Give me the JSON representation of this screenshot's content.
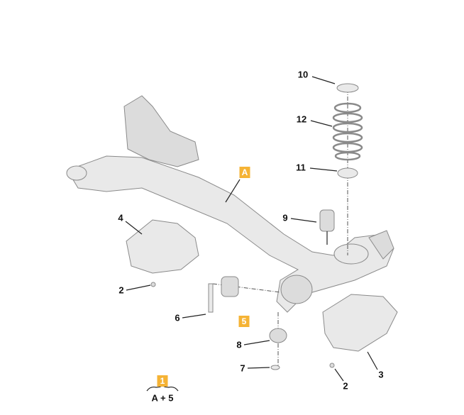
{
  "diagram": {
    "callouts": [
      {
        "id": "10",
        "text": "10"
      },
      {
        "id": "12",
        "text": "12"
      },
      {
        "id": "11",
        "text": "11"
      },
      {
        "id": "9",
        "text": "9"
      },
      {
        "id": "4",
        "text": "4"
      },
      {
        "id": "2a",
        "text": "2"
      },
      {
        "id": "6",
        "text": "6"
      },
      {
        "id": "8",
        "text": "8"
      },
      {
        "id": "7",
        "text": "7"
      },
      {
        "id": "2b",
        "text": "2"
      },
      {
        "id": "3",
        "text": "3"
      }
    ],
    "badges": {
      "A": "A",
      "five": "5",
      "one": "1"
    },
    "kit_label": "A + 5",
    "badge_color": "#f5b335"
  }
}
